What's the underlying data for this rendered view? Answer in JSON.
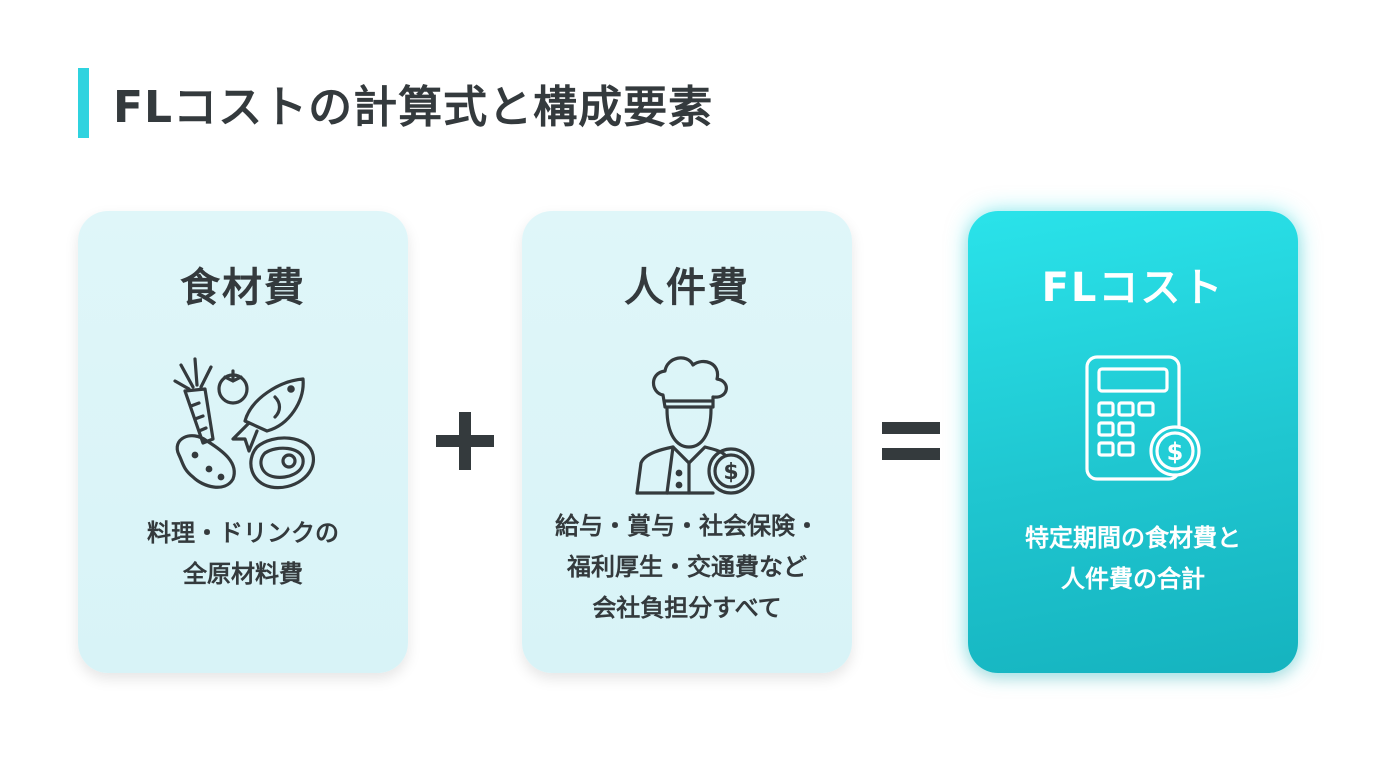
{
  "title": "FLコストの計算式と構成要素",
  "colors": {
    "accent": "#2fd3df",
    "card_light": "#dcf5f8",
    "card_accent": "#22cdd6",
    "text": "#343a3d"
  },
  "cards": [
    {
      "title": "食材費",
      "icon": "food-ingredients-icon",
      "desc": [
        "料理・ドリンクの",
        "全原材料費"
      ]
    },
    {
      "title": "人件費",
      "icon": "chef-salary-icon",
      "desc": [
        "給与・賞与・社会保険・",
        "福利厚生・交通費など",
        "会社負担分すべて"
      ]
    },
    {
      "title": "FLコスト",
      "icon": "calculator-dollar-icon",
      "desc": [
        "特定期間の食材費と",
        "人件費の合計"
      ]
    }
  ],
  "operators": {
    "plus": "plus-icon",
    "equals": "equals-icon"
  }
}
